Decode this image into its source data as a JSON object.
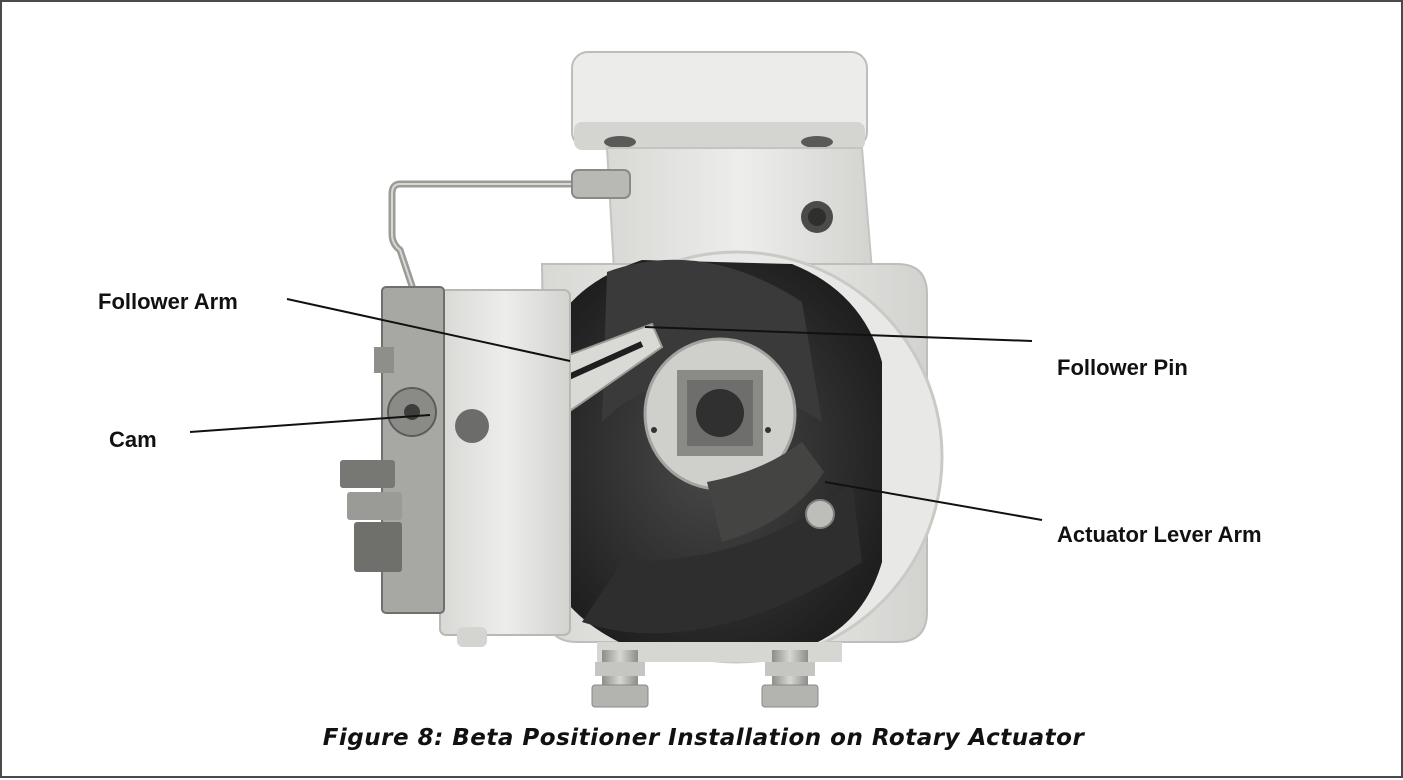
{
  "figure": {
    "caption": "Figure 8: Beta Positioner Installation on Rotary Actuator",
    "image_subject": "rotary-actuator-with-positioner"
  },
  "callouts": {
    "follower_arm": "Follower Arm",
    "cam": "Cam",
    "follower_pin": "Follower Pin",
    "actuator_lever_arm": "Actuator Lever Arm"
  },
  "colors": {
    "border": "#4a4a4a",
    "text": "#111111",
    "body_light": "#e6e6e4",
    "body_shadow": "#c4c4c0",
    "cavity_dark": "#2a2a2a",
    "metal": "#a9a9a6"
  }
}
